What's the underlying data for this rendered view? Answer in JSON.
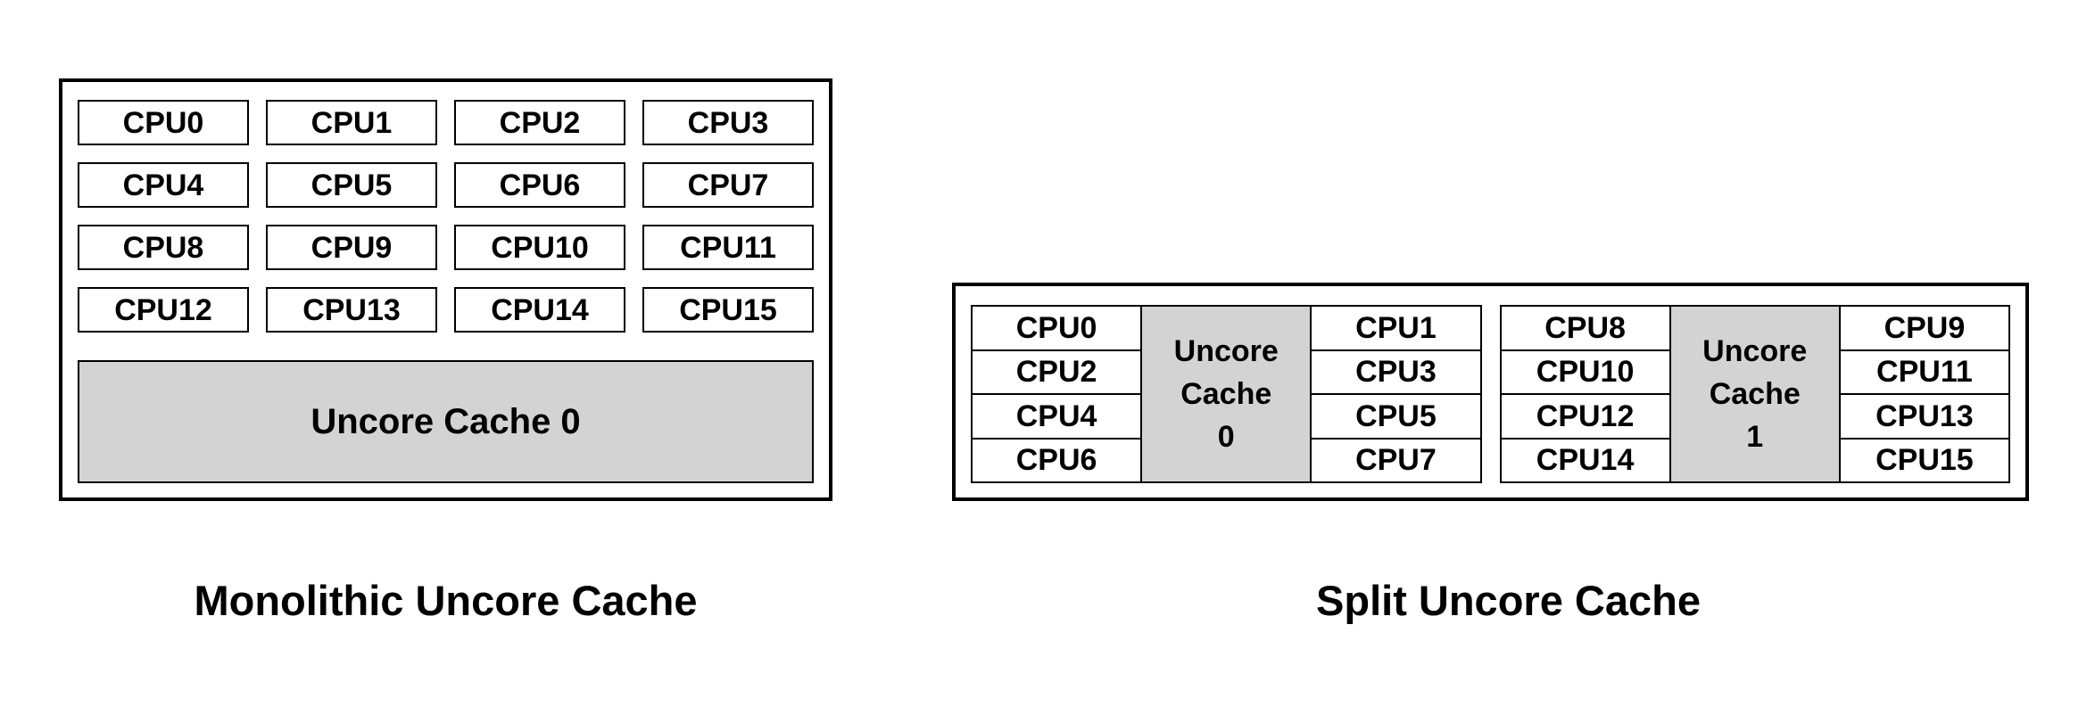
{
  "colors": {
    "background": "#ffffff",
    "border": "#000000",
    "text": "#000000",
    "cpu_fill": "#ffffff",
    "cache_fill": "#d3d3d3"
  },
  "monolithic": {
    "caption": "Monolithic Uncore Cache",
    "cache_label": "Uncore Cache 0",
    "cpus": [
      "CPU0",
      "CPU1",
      "CPU2",
      "CPU3",
      "CPU4",
      "CPU5",
      "CPU6",
      "CPU7",
      "CPU8",
      "CPU9",
      "CPU10",
      "CPU11",
      "CPU12",
      "CPU13",
      "CPU14",
      "CPU15"
    ]
  },
  "split": {
    "caption": "Split Uncore Cache",
    "clusters": [
      {
        "left_cpus": [
          "CPU0",
          "CPU2",
          "CPU4",
          "CPU6"
        ],
        "cache_lines": [
          "Uncore",
          "Cache",
          "0"
        ],
        "right_cpus": [
          "CPU1",
          "CPU3",
          "CPU5",
          "CPU7"
        ]
      },
      {
        "left_cpus": [
          "CPU8",
          "CPU10",
          "CPU12",
          "CPU14"
        ],
        "cache_lines": [
          "Uncore",
          "Cache",
          "1"
        ],
        "right_cpus": [
          "CPU9",
          "CPU11",
          "CPU13",
          "CPU15"
        ]
      }
    ]
  }
}
